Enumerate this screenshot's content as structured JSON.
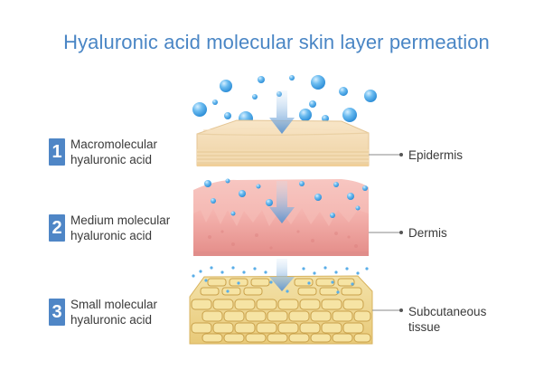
{
  "title": "Hyaluronic acid molecular skin layer permeation",
  "steps": [
    {
      "number": "1",
      "line1": "Macromolecular",
      "line2": "hyaluronic acid"
    },
    {
      "number": "2",
      "line1": "Medium molecular",
      "line2": "hyaluronic acid"
    },
    {
      "number": "3",
      "line1": "Small molecular",
      "line2": "hyaluronic acid"
    }
  ],
  "layers": [
    {
      "line1": "Epidermis",
      "line2": ""
    },
    {
      "line1": "Dermis",
      "line2": ""
    },
    {
      "line1": "Subcutaneous",
      "line2": "tissue"
    }
  ],
  "colors": {
    "accent": "#4f86c6",
    "epidermis": "#f3d9b1",
    "dermis": "#f1a7a2",
    "subcutaneous": "#eed28a",
    "molecule": "#5aaee8"
  }
}
